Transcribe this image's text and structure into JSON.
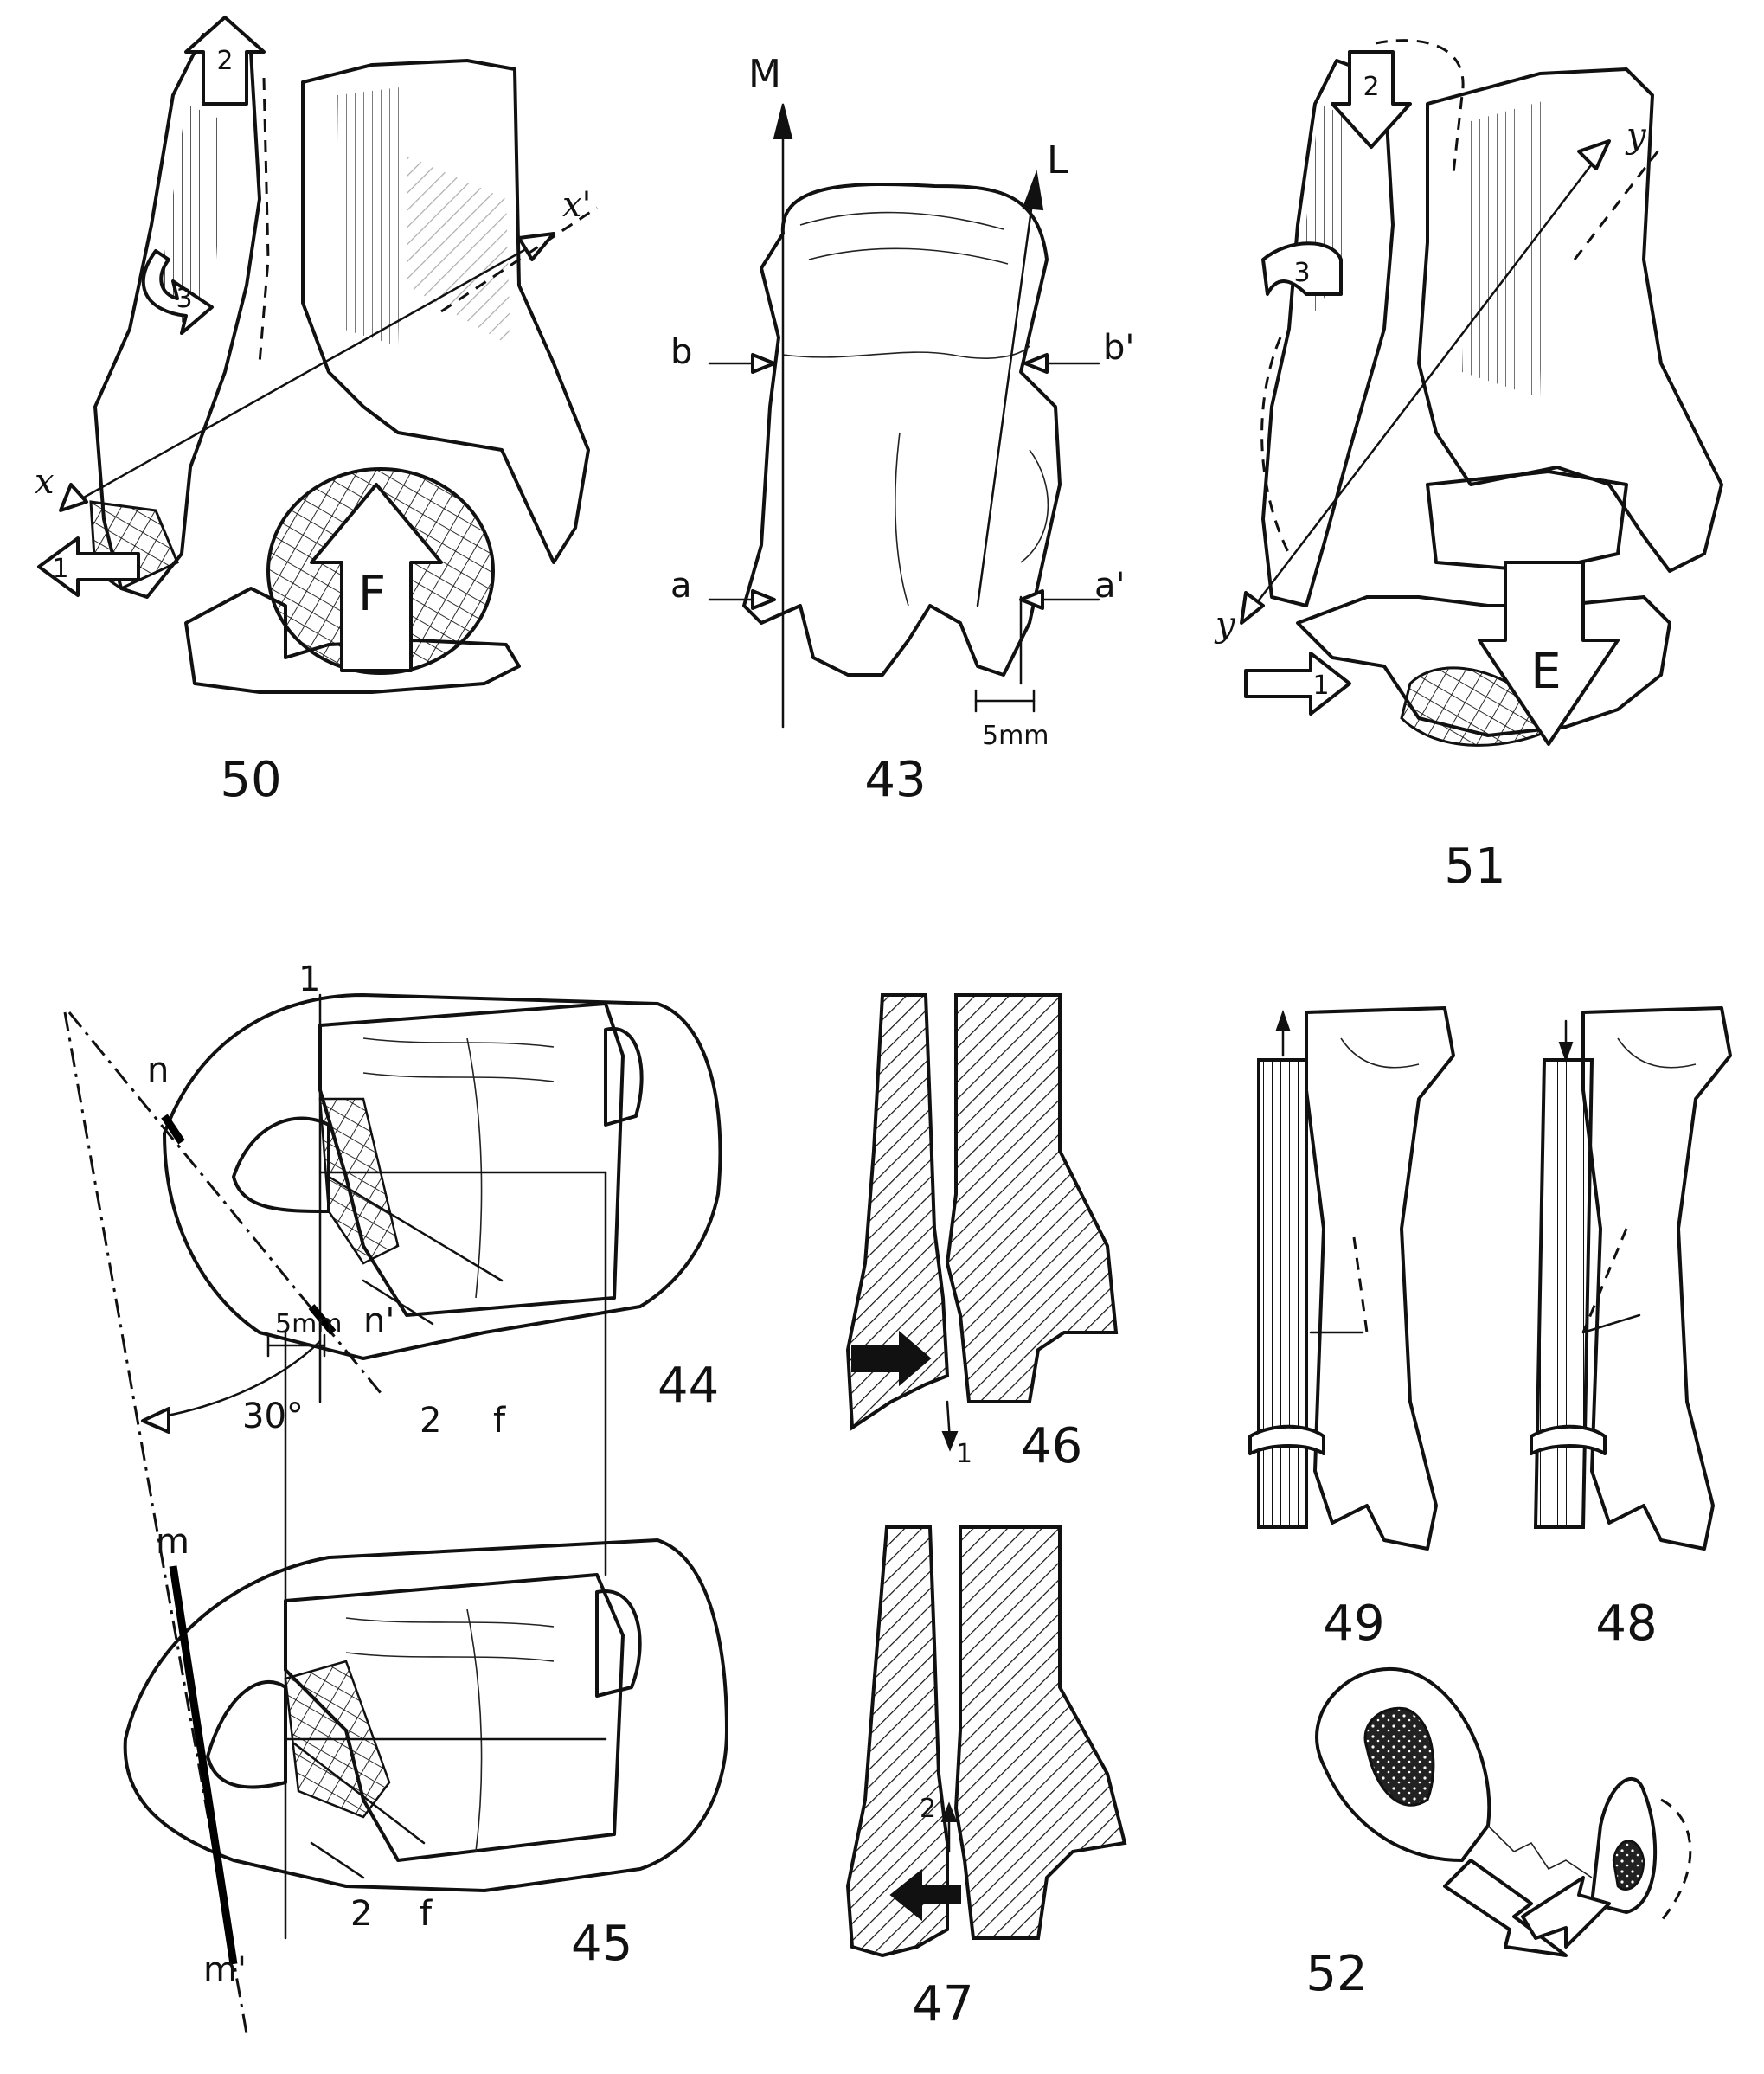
{
  "figures": {
    "f50": {
      "number": "50",
      "labels": {
        "x": "x",
        "x_prime": "x'",
        "force": "F",
        "arrow1": "1",
        "arrow2": "2",
        "arrow3": "3"
      }
    },
    "f43": {
      "number": "43",
      "labels": {
        "M": "M",
        "L": "L",
        "b": "b",
        "b_prime": "b'",
        "a": "a",
        "a_prime": "a'",
        "offset": "5mm"
      }
    },
    "f51": {
      "number": "51",
      "labels": {
        "y": "y",
        "y_prime": "y'",
        "force": "E",
        "arrow1": "1",
        "arrow2": "2",
        "arrow3": "3"
      }
    },
    "f44": {
      "number": "44",
      "labels": {
        "one": "1",
        "n": "n",
        "n_prime": "n'",
        "angle": "30°",
        "two": "2",
        "f": "f"
      }
    },
    "f45": {
      "number": "45",
      "labels": {
        "offset": "5mm",
        "m": "m",
        "m_prime": "m'",
        "two": "2",
        "f": "f"
      }
    },
    "f46": {
      "number": "46",
      "labels": {
        "one": "1"
      }
    },
    "f47": {
      "number": "47",
      "labels": {
        "two": "2"
      }
    },
    "f49": {
      "number": "49"
    },
    "f48": {
      "number": "48"
    },
    "f52": {
      "number": "52"
    }
  }
}
